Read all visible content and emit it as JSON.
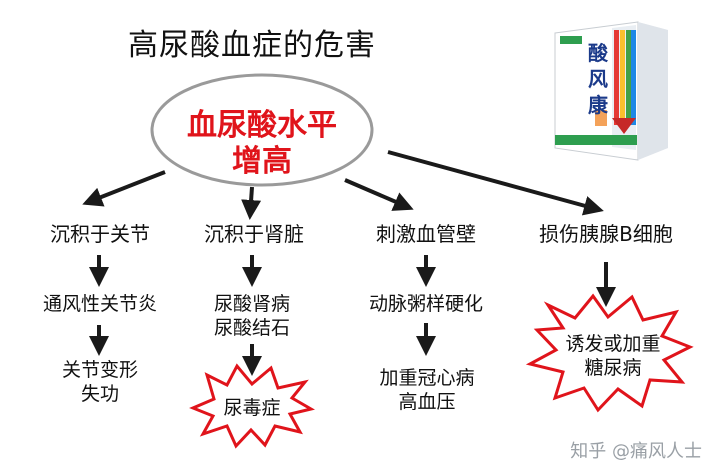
{
  "title": "高尿酸血症的危害",
  "center": {
    "line1": "血尿酸水平",
    "line2": "增高"
  },
  "branches": [
    {
      "label": "沉积于关节",
      "step2": "通风性关节炎",
      "step3": [
        "关节变形",
        "失功"
      ]
    },
    {
      "label": "沉积于肾脏",
      "step2": [
        "尿酸肾病",
        "尿酸结石"
      ],
      "step3": "尿毒症"
    },
    {
      "label": "刺激血管壁",
      "step2": "动脉粥样硬化",
      "step3": [
        "加重冠心病",
        "高血压"
      ]
    },
    {
      "label": "损伤胰腺B细胞",
      "step2": [
        "诱发或加重",
        "糖尿病"
      ]
    }
  ],
  "product": {
    "name_chars": [
      "酸",
      "风",
      "康"
    ]
  },
  "watermark": "知乎 @痛风人士",
  "colors": {
    "center_text": "#e0141b",
    "burst_border": "#e0141b",
    "arrow": "#1a1a1a"
  }
}
